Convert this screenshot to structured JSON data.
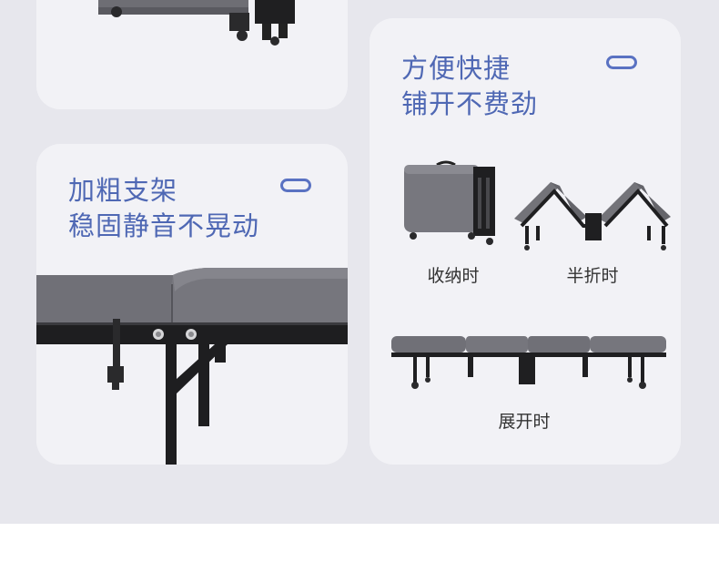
{
  "card_left": {
    "title_line1": "加粗支架",
    "title_line2": "稳固静音不晃动"
  },
  "card_right": {
    "title_line1": "方便快捷",
    "title_line2": "铺开不费劲",
    "caption_folded": "收纳时",
    "caption_half": "半折时",
    "caption_unfolded": "展开时"
  },
  "colors": {
    "accent": "#4f68b4",
    "card_bg": "#f2f2f6",
    "page_bg": "#e7e7ed",
    "cushion": "#6e6e74",
    "frame": "#1e1e20"
  }
}
